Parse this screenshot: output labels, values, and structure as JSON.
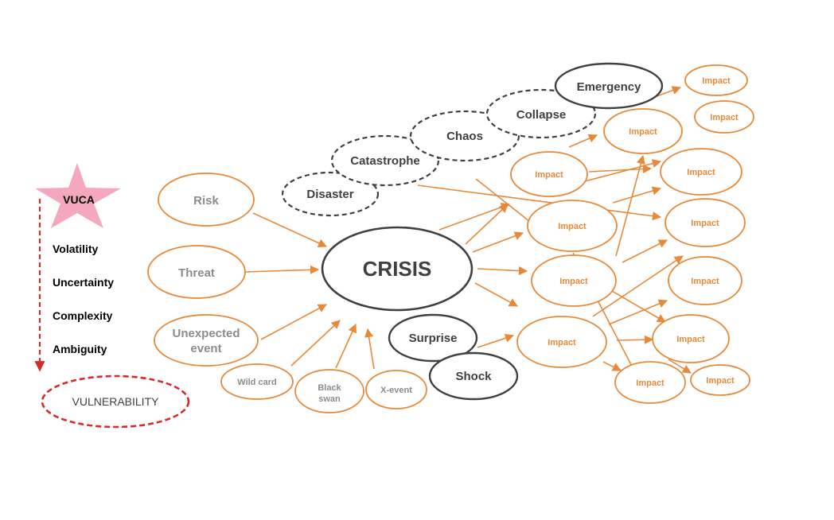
{
  "colors": {
    "orange": "#e8893a",
    "dark": "#404040",
    "red": "#d62b2b",
    "pink": "#f4a7bd",
    "black": "#000000"
  },
  "center": {
    "label": "CRISIS"
  },
  "sources": {
    "risk": "Risk",
    "threat": "Threat",
    "unexpected_line1": "Unexpected",
    "unexpected_line2": "event",
    "wild_card": "Wild card",
    "black_swan_line1": "Black",
    "black_swan_line2": "swan",
    "x_event": "X-event"
  },
  "escalation": {
    "disaster": "Disaster",
    "catastrophe": "Catastrophe",
    "chaos": "Chaos",
    "collapse": "Collapse",
    "emergency": "Emergency"
  },
  "modifiers": {
    "surprise": "Surprise",
    "shock": "Shock"
  },
  "impact_label": "Impact",
  "legend": {
    "vuca": "VUCA",
    "items": [
      "Volatility",
      "Uncertainty",
      "Complexity",
      "Ambiguity"
    ],
    "vulnerability": "VULNERABILITY"
  }
}
